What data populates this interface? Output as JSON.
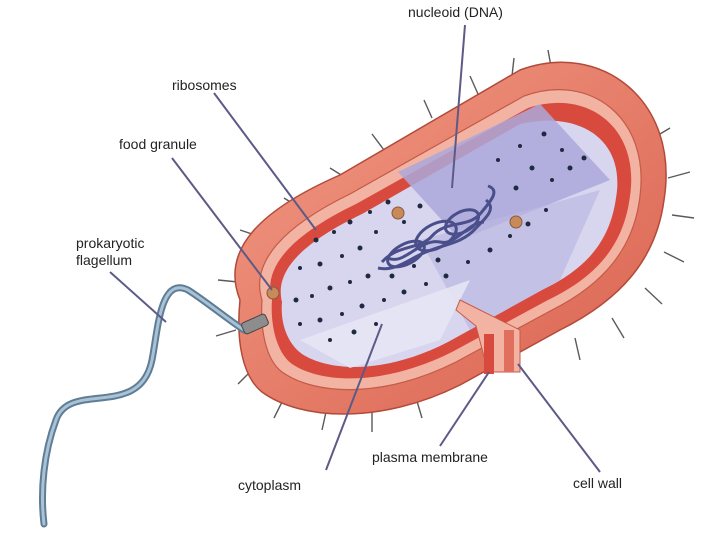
{
  "labels": {
    "nucleoid": "nucleoid (DNA)",
    "ribosomes": "ribosomes",
    "food_granule": "food granule",
    "flagellum": "prokaryotic\nflagellum",
    "plasma_membrane": "plasma membrane",
    "cytoplasm": "cytoplasm",
    "cell_wall": "cell wall"
  },
  "colors": {
    "capsule": "#e8826f",
    "cell_wall": "#f3b3a2",
    "membrane": "#d84a3e",
    "cytoplasm": "#d7d6ee",
    "cut_face": "#aca8da",
    "dna": "#4a4e8a",
    "ribosome": "#1f2a40",
    "granule": "#c98a5a",
    "flagellum": "#7f9bb3",
    "leader": "#5d5a86"
  }
}
